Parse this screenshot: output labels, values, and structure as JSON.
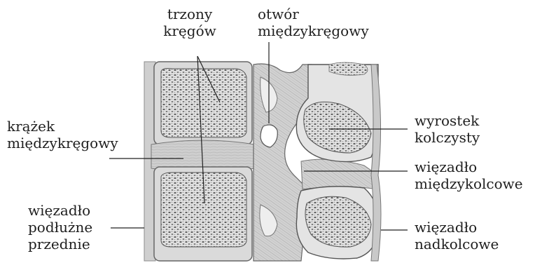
{
  "labels": {
    "vertebral_bodies": [
      "trzony",
      "kręgów"
    ],
    "intervertebral_foramen": [
      "otwór",
      "międzykręgowy"
    ],
    "intervertebral_disc": [
      "krążek",
      "międzykręgowy"
    ],
    "anterior_longitudinal_ligament": [
      "więzadło",
      "podłużne",
      "przednie"
    ],
    "spinous_process": [
      "wyrostek",
      "kolczysty"
    ],
    "interspinous_ligament": [
      "więzadło",
      "międzykolcowe"
    ],
    "supraspinous_ligament": [
      "więzadło",
      "nadkolcowe"
    ]
  },
  "colors": {
    "ink": "#1f1f1f",
    "bone_fill": "#dcdcdc",
    "bone_light": "#f1f1f1",
    "spongy": "#6e6e6e",
    "ligament": "#c7c7c7",
    "background": "#ffffff"
  }
}
